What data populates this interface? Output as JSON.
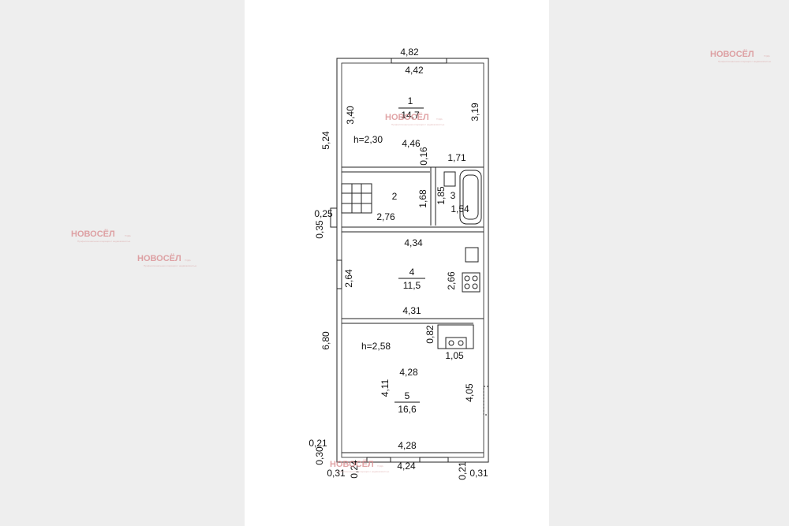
{
  "plan": {
    "rooms": [
      {
        "number": "1",
        "area": "14,7"
      },
      {
        "number": "2"
      },
      {
        "number": "3"
      },
      {
        "number": "4",
        "area": "11,5"
      },
      {
        "number": "5",
        "area": "16,6"
      }
    ],
    "heights": [
      "h=2,30",
      "h=2,58"
    ],
    "dimensions": {
      "top_outer": "4,82",
      "top_inner": "4,42",
      "left_outer_upper": "5,24",
      "room1_left": "3,40",
      "room1_right": "3,19",
      "room1_bottom": "4,46",
      "wall_016": "0,16",
      "bath_top": "1,71",
      "bath_width": "1,54",
      "bath_height": "1,85",
      "room2_height": "1,68",
      "room2_width": "2,76",
      "wall_025": "0,25",
      "wall_035": "0,35",
      "room4_top": "4,34",
      "room4_left": "2,64",
      "room4_right": "2,66",
      "room4_bottom": "4,31",
      "left_outer_lower": "6,80",
      "kitchen_082": "0,82",
      "kitchen_105": "1,05",
      "room5_top": "4,28",
      "room5_left": "4,11",
      "room5_right": "4,05",
      "room5_bottom": "4,28",
      "bottom_outer": "4,24",
      "corner_021_left": "0,21",
      "corner_030": "0,30",
      "corner_031_left": "0,31",
      "corner_024": "0,24",
      "corner_021_right": "0,21",
      "corner_031_right": "0,31"
    }
  },
  "watermark": {
    "brand": "НОВОСЁЛ",
    "tagline": "Профессиональная операция с недвижимостью",
    "badge": "ГОДА"
  }
}
